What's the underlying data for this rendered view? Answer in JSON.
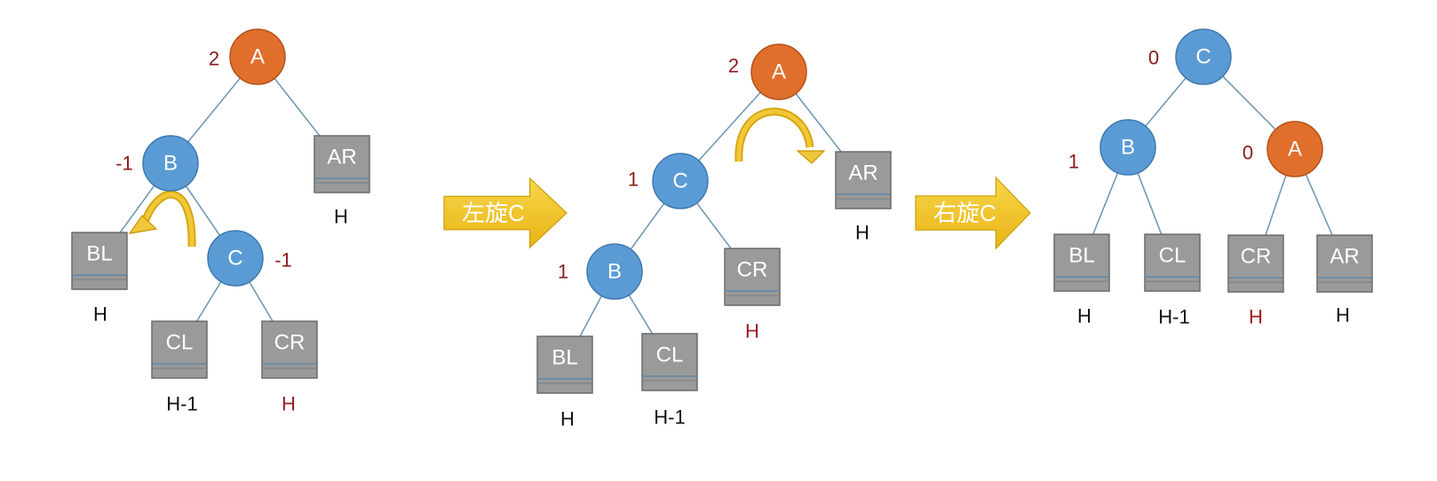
{
  "colors": {
    "node_blue": "#5b9bd5",
    "node_orange": "#e06f2c",
    "subtree_gray": "#9a9a9a",
    "edge": "#6f9bb4",
    "balance_red": "#8b1a1a",
    "height_black": "#111111",
    "height_red": "#9b1c1c",
    "arrow_yellow": "#f3c623"
  },
  "arrows": [
    {
      "label": "左旋C"
    },
    {
      "label": "右旋C"
    }
  ],
  "diagrams": [
    {
      "nodes": [
        {
          "id": "A",
          "label": "A",
          "color": "orange",
          "bf": "2"
        },
        {
          "id": "B",
          "label": "B",
          "color": "blue",
          "bf": "-1"
        },
        {
          "id": "C",
          "label": "C",
          "color": "blue",
          "bf": "-1"
        }
      ],
      "subtrees": [
        {
          "id": "AR",
          "label": "AR",
          "height": "H",
          "height_color": "black"
        },
        {
          "id": "BL",
          "label": "BL",
          "height": "H",
          "height_color": "black"
        },
        {
          "id": "CL",
          "label": "CL",
          "height": "H-1",
          "height_color": "black"
        },
        {
          "id": "CR",
          "label": "CR",
          "height": "H",
          "height_color": "red"
        }
      ]
    },
    {
      "nodes": [
        {
          "id": "A",
          "label": "A",
          "color": "orange",
          "bf": "2"
        },
        {
          "id": "C",
          "label": "C",
          "color": "blue",
          "bf": "1"
        },
        {
          "id": "B",
          "label": "B",
          "color": "blue",
          "bf": "1"
        }
      ],
      "subtrees": [
        {
          "id": "AR",
          "label": "AR",
          "height": "H",
          "height_color": "black"
        },
        {
          "id": "CR",
          "label": "CR",
          "height": "H",
          "height_color": "red"
        },
        {
          "id": "BL",
          "label": "BL",
          "height": "H",
          "height_color": "black"
        },
        {
          "id": "CL",
          "label": "CL",
          "height": "H-1",
          "height_color": "black"
        }
      ]
    },
    {
      "nodes": [
        {
          "id": "C",
          "label": "C",
          "color": "blue",
          "bf": "0"
        },
        {
          "id": "B",
          "label": "B",
          "color": "blue",
          "bf": "1"
        },
        {
          "id": "A",
          "label": "A",
          "color": "orange",
          "bf": "0"
        }
      ],
      "subtrees": [
        {
          "id": "BL",
          "label": "BL",
          "height": "H",
          "height_color": "black"
        },
        {
          "id": "CL",
          "label": "CL",
          "height": "H-1",
          "height_color": "black"
        },
        {
          "id": "CR",
          "label": "CR",
          "height": "H",
          "height_color": "red"
        },
        {
          "id": "AR",
          "label": "AR",
          "height": "H",
          "height_color": "black"
        }
      ]
    }
  ]
}
